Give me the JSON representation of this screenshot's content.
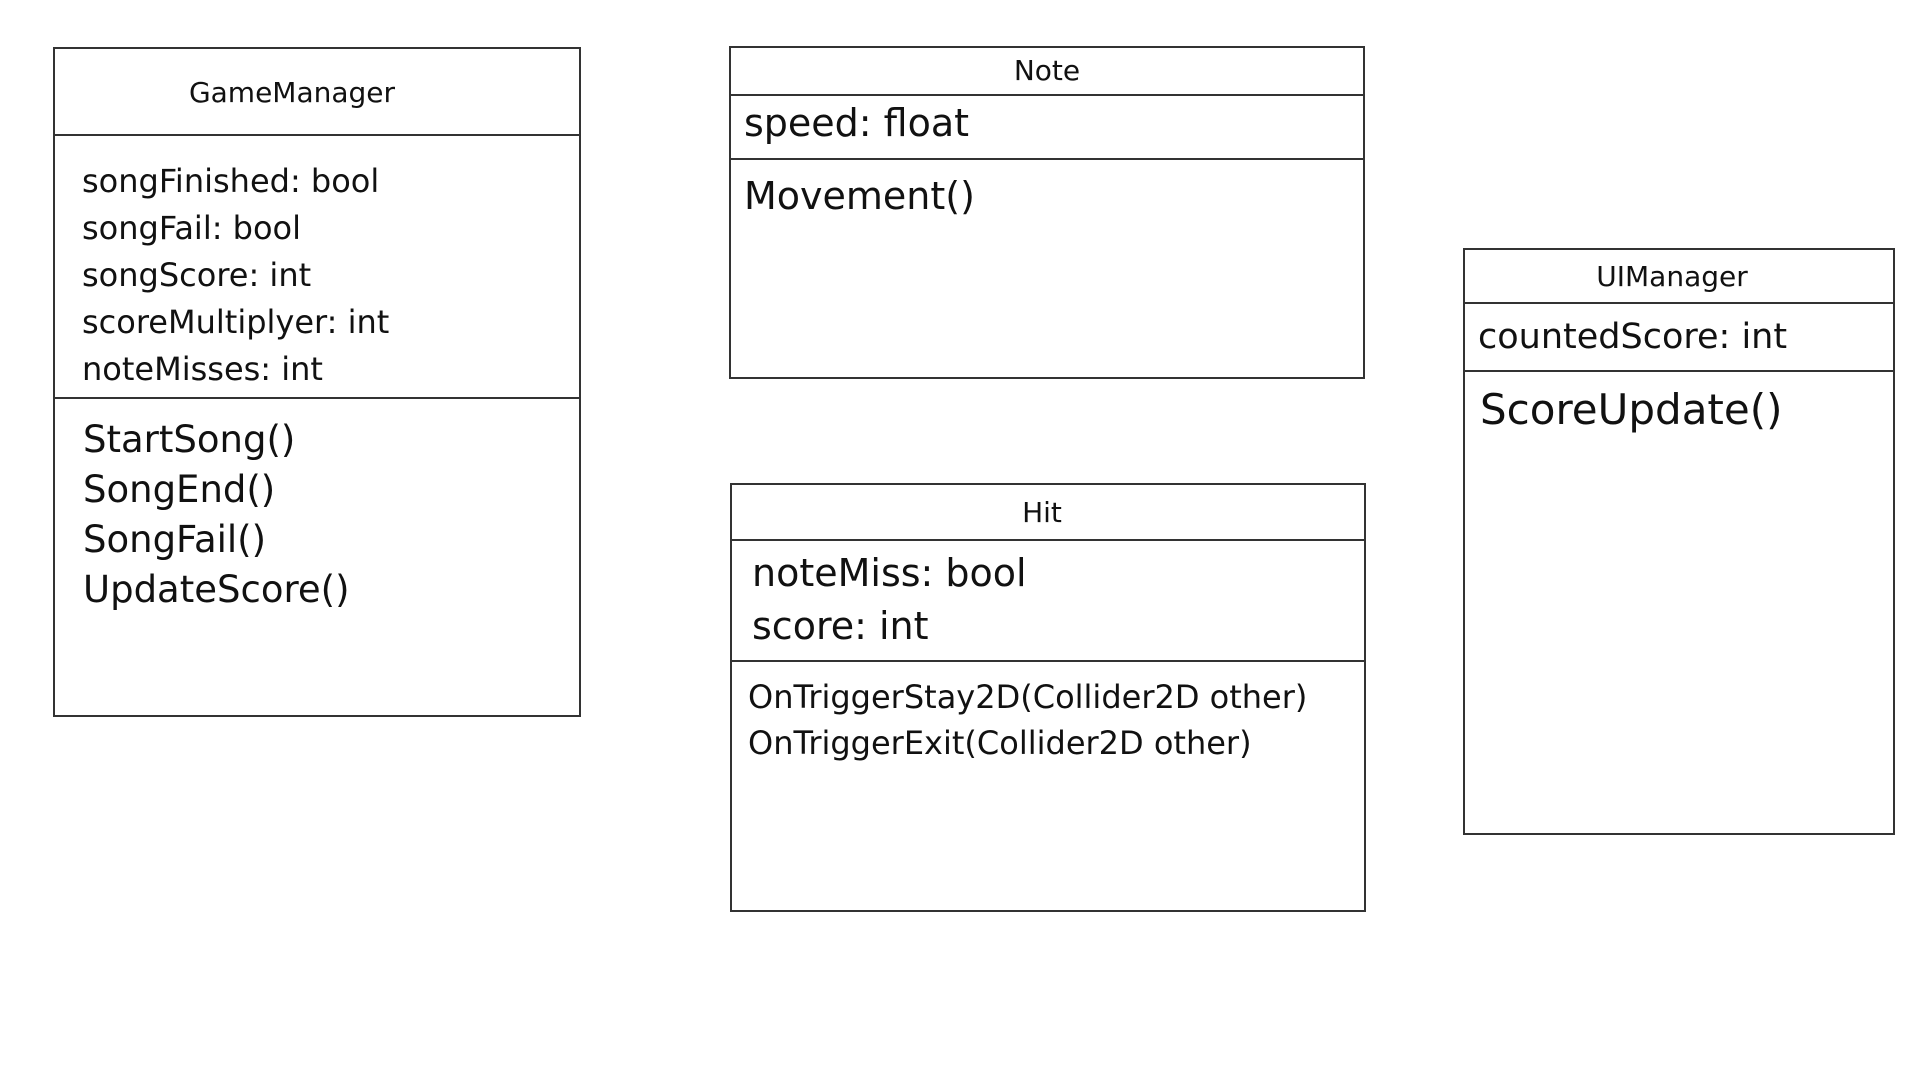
{
  "classes": {
    "game_manager": {
      "name": "GameManager",
      "attributes": [
        "songFinished: bool",
        "songFail: bool",
        "songScore: int",
        "scoreMultiplyer: int",
        "noteMisses: int"
      ],
      "methods": [
        "StartSong()",
        "SongEnd()",
        "SongFail()",
        "UpdateScore()"
      ]
    },
    "note": {
      "name": "Note",
      "attributes": [
        "speed: float"
      ],
      "methods": [
        "Movement()"
      ]
    },
    "hit": {
      "name": "Hit",
      "attributes": [
        "noteMiss: bool",
        "score: int"
      ],
      "methods": [
        "OnTriggerStay2D(Collider2D other)",
        "OnTriggerExit(Collider2D other)"
      ]
    },
    "ui_manager": {
      "name": "UIManager",
      "attributes": [
        "countedScore: int"
      ],
      "methods": [
        "ScoreUpdate()"
      ]
    }
  },
  "colors": {
    "border": "#333333",
    "text": "#111111",
    "background": "#ffffff"
  }
}
